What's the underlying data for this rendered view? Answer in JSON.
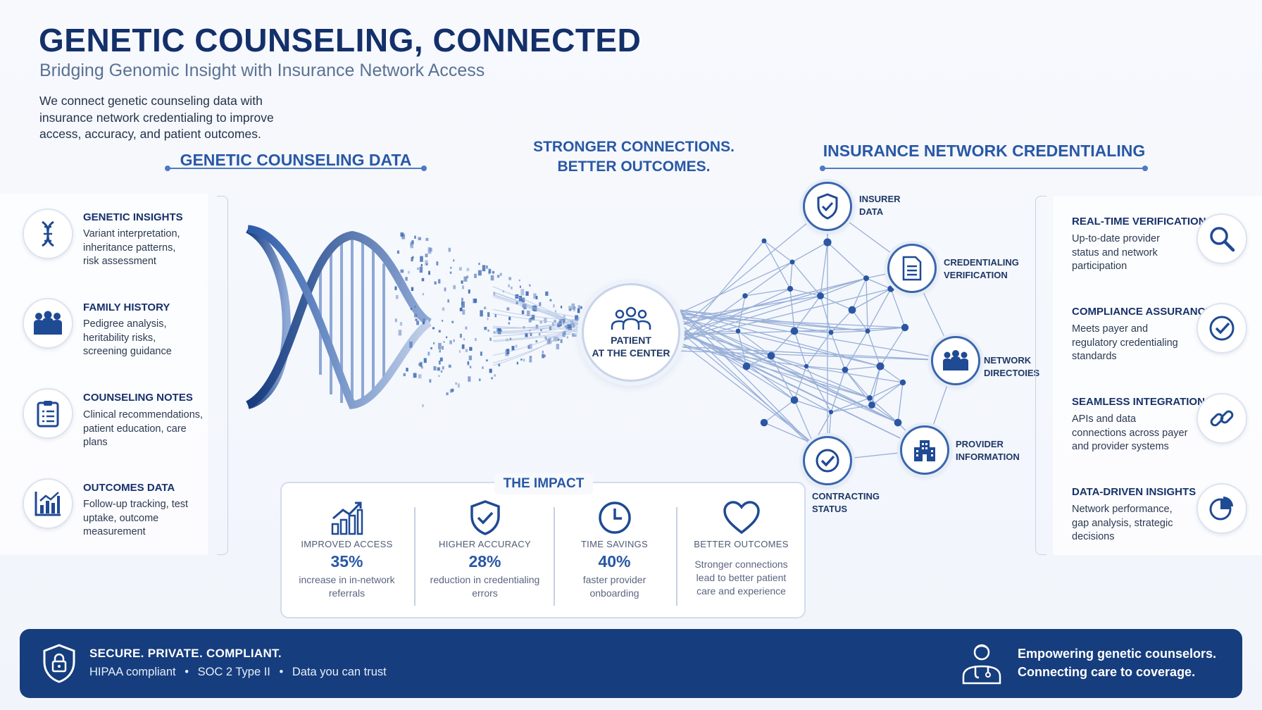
{
  "header": {
    "title": "GENETIC COUNSELING, CONNECTED",
    "subtitle": "Bridging Genomic Insight with Insurance Network Access",
    "intro": "We connect genetic counseling data with insurance network credentialing to improve access, accuracy, and patient outcomes."
  },
  "sections": {
    "left_heading": "GENETIC COUNSELING DATA",
    "center_heading_line1": "STRONGER CONNECTIONS.",
    "center_heading_line2": "BETTER OUTCOMES.",
    "right_heading": "INSURANCE NETWORK CREDENTIALING"
  },
  "left_items": [
    {
      "title": "GENETIC INSIGHTS",
      "desc": "Variant interpretation, inheritance patterns, risk assessment",
      "icon": "dna-icon"
    },
    {
      "title": "FAMILY HISTORY",
      "desc": "Pedigree analysis, heritability risks, screening guidance",
      "icon": "family-icon"
    },
    {
      "title": "COUNSELING NOTES",
      "desc": "Clinical recommendations, patient education, care plans",
      "icon": "clipboard-icon"
    },
    {
      "title": "OUTCOMES DATA",
      "desc": "Follow-up tracking, test uptake, outcome measurement",
      "icon": "bar-chart-icon"
    }
  ],
  "center": {
    "label_line1": "PATIENT",
    "label_line2": "AT THE CENTER",
    "icon": "people-group-icon"
  },
  "network_nodes": [
    {
      "line1": "INSURER",
      "line2": "DATA",
      "icon": "shield-check-icon"
    },
    {
      "line1": "CREDENTIALING",
      "line2": "VERIFICATION",
      "icon": "document-icon"
    },
    {
      "line1": "NETWORK",
      "line2": "DIRECTOIES",
      "icon": "people-group-icon"
    },
    {
      "line1": "PROVIDER",
      "line2": "INFORMATION",
      "icon": "building-icon"
    },
    {
      "line1": "CONTRACTING",
      "line2": "STATUS",
      "icon": "check-circle-icon"
    }
  ],
  "right_items": [
    {
      "title": "REAL-TIME VERIFICATION",
      "desc": "Up-to-date provider status and network participation",
      "icon": "search-icon"
    },
    {
      "title": "COMPLIANCE ASSURANCE",
      "desc": "Meets payer and regulatory credentialing standards",
      "icon": "check-circle-icon"
    },
    {
      "title": "SEAMLESS INTEGRATION",
      "desc": "APIs and data connections across payer and provider systems",
      "icon": "link-icon"
    },
    {
      "title": "DATA-DRIVEN INSIGHTS",
      "desc": "Network performance, gap analysis, strategic decisions",
      "icon": "pie-chart-icon"
    }
  ],
  "impact": {
    "title": "THE IMPACT",
    "items": [
      {
        "label": "IMPROVED ACCESS",
        "value": "35%",
        "desc_line1": "increase in in-network",
        "desc_line2": "referrals",
        "icon": "growth-chart-icon"
      },
      {
        "label": "HIGHER ACCURACY",
        "value": "28%",
        "desc_line1": "reduction in credentialing",
        "desc_line2": "errors",
        "icon": "shield-check-icon"
      },
      {
        "label": "TIME SAVINGS",
        "value": "40%",
        "desc_line1": "faster provider",
        "desc_line2": "onboarding",
        "icon": "clock-icon"
      },
      {
        "label": "BETTER OUTCOMES",
        "value": "",
        "desc_line1": "Stronger connections",
        "desc_line2": "lead to better patient",
        "desc_line3": "care and experience",
        "icon": "heart-icon"
      }
    ]
  },
  "footer": {
    "title": "SECURE. PRIVATE. COMPLIANT.",
    "badge1": "HIPAA compliant",
    "badge2": "SOC 2 Type II",
    "badge3": "Data you can trust",
    "separator": "•",
    "right_line1": "Empowering genetic counselors.",
    "right_line2": "Connecting care to coverage.",
    "left_icon": "shield-lock-icon",
    "right_icon": "doctor-icon"
  },
  "colors": {
    "primary": "#14306a",
    "accent": "#2958a6",
    "footer_bg": "#163d7d"
  }
}
